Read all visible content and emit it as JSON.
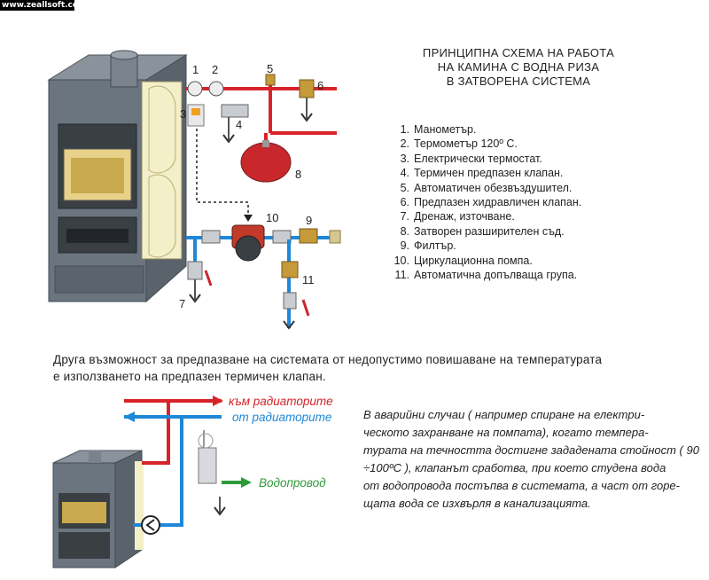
{
  "watermark": "www.zeallsoft.com",
  "title_lines": [
    "ПРИНЦИПНА СХЕМА НА РАБОТА",
    "НА КАМИНА С ВОДНА РИЗА",
    "В ЗАТВОРЕНА СИСТЕМА"
  ],
  "legend": [
    {
      "n": "1.",
      "text": "Манометър."
    },
    {
      "n": "2.",
      "text": "Термометър 120º С."
    },
    {
      "n": "3.",
      "text": "Електрически термостат."
    },
    {
      "n": "4.",
      "text": "Термичен предпазен клапан."
    },
    {
      "n": "5.",
      "text": "Автоматичен обезвъздушител."
    },
    {
      "n": "6.",
      "text": "Предпазен хидравличен клапан."
    },
    {
      "n": "7.",
      "text": "Дренаж, източване."
    },
    {
      "n": "8.",
      "text": "Затворен разширителен съд."
    },
    {
      "n": "9.",
      "text": "Филтър."
    },
    {
      "n": "10.",
      "text": "Циркулационна помпа."
    },
    {
      "n": "11.",
      "text": "Автоматична допълваща група."
    }
  ],
  "diagram_numbers": {
    "n1": "1",
    "n2": "2",
    "n3": "3",
    "n4": "4",
    "n5": "5",
    "n6": "6",
    "n7": "7",
    "n8": "8",
    "n9": "9",
    "n10": "10",
    "n11": "11"
  },
  "alt_text_lines": [
    "Друга възможност за предпазване на системата от недопустимо повишаване на температурата",
    "е използването на предпазен термичен клапан."
  ],
  "flow_labels": {
    "to_radiators": "към радиаторите",
    "from_radiators": "от радиаторите",
    "water_supply": "Водопровод"
  },
  "emergency_lines": [
    "В аварийни случаи ( например спиране на електри-",
    "ческото захранване на помпата), когато темпера-",
    "турата на течността достигне зададената стойност ( 90",
    "÷100ºС ), клапанът сработва, при което студена вода",
    "от водопровода постъпва в системата, а част от горе-",
    "щата вода се изхвърля в канализацията."
  ],
  "colors": {
    "hot_pipe": "#d8232a",
    "cold_pipe": "#1e88d8",
    "water_pipe": "#2e9a3a",
    "stove_body": "#6b7580",
    "stove_panel": "#f3efc8"
  }
}
